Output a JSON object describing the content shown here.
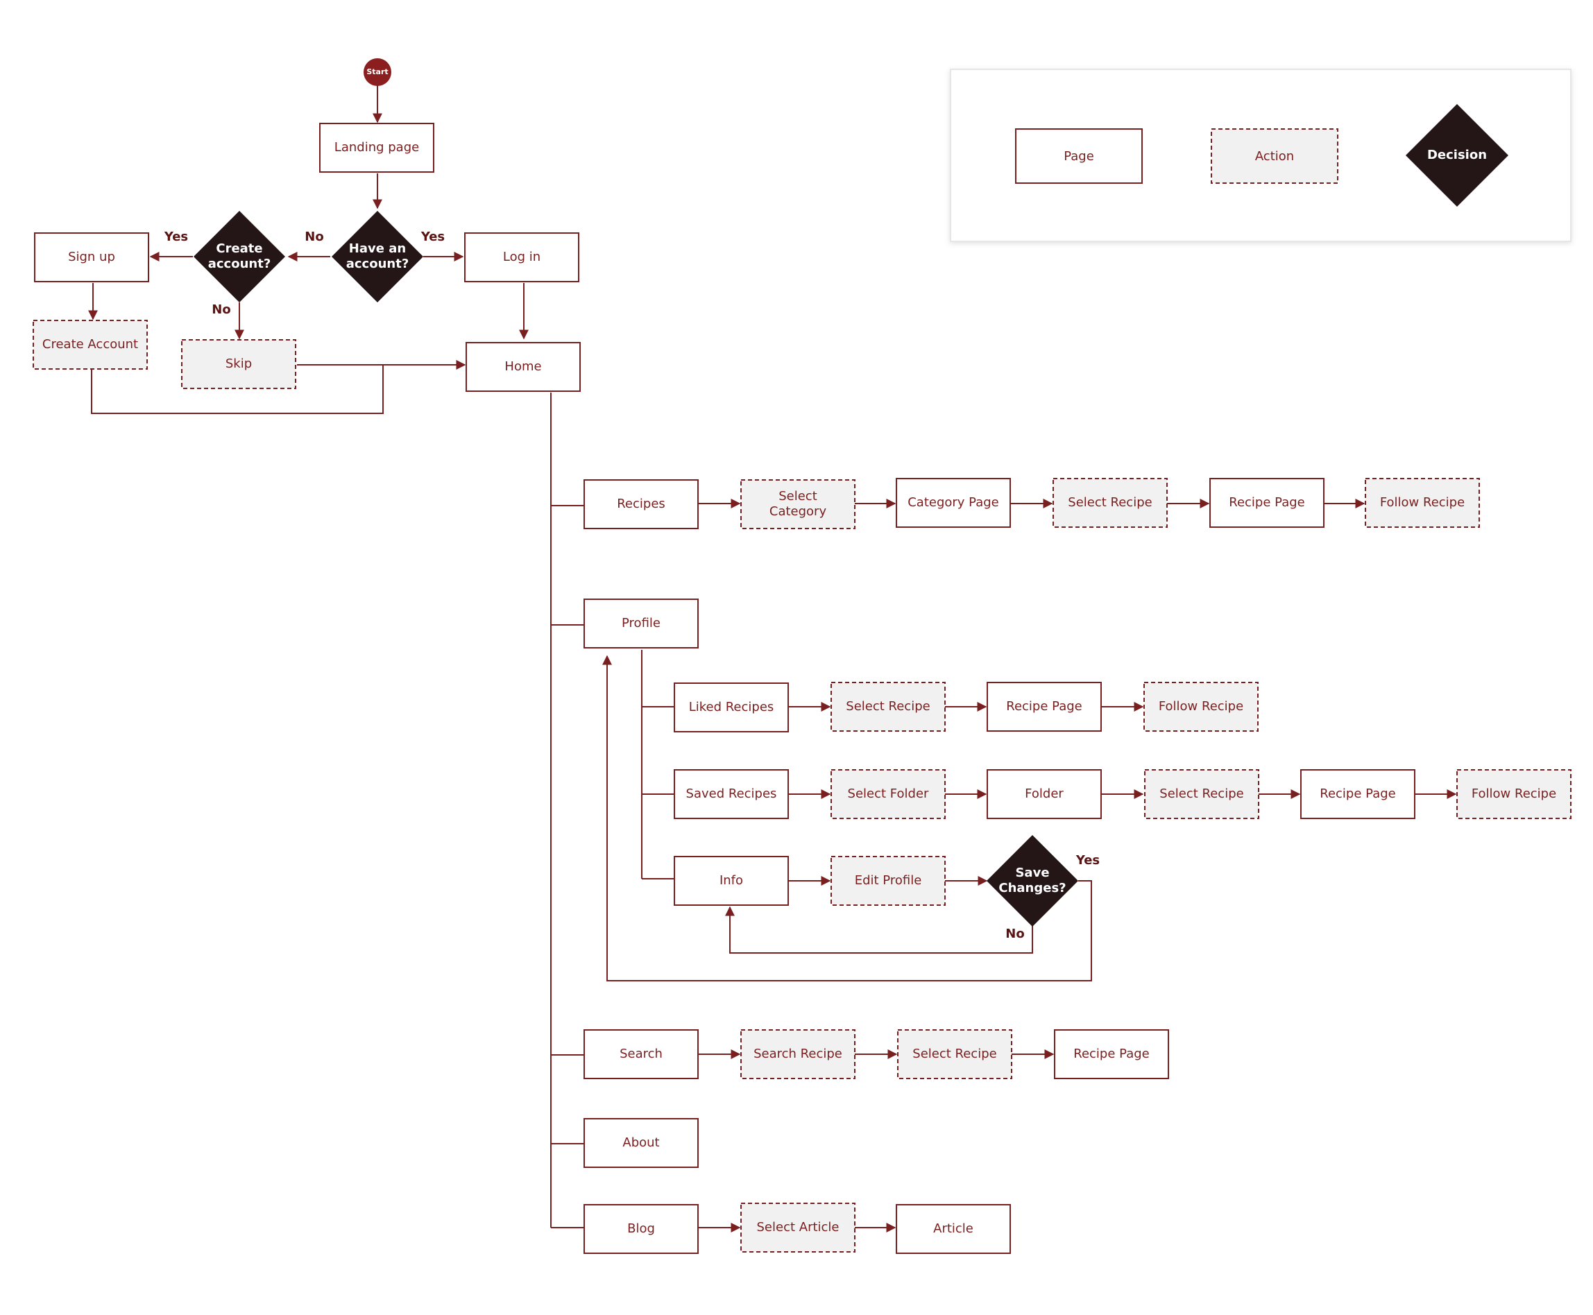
{
  "colors": {
    "stroke": "#7a1f1f",
    "text": "#7a1f1f",
    "decision_fill": "#241516",
    "action_fill": "#f1f1f1",
    "start_fill": "#8b1e1e",
    "edge_label": "#5a1414"
  },
  "legend": {
    "page": "Page",
    "action": "Action",
    "decision": "Decision"
  },
  "nodes": {
    "start": "Start",
    "landing": "Landing page",
    "have_account": "Have an account?",
    "create_q": "Create account?",
    "sign_up": "Sign up",
    "create_account": "Create Account",
    "skip": "Skip",
    "log_in": "Log in",
    "home": "Home",
    "recipes": "Recipes",
    "r_select_category": "Select Category",
    "r_category_page": "Category Page",
    "r_select_recipe": "Select Recipe",
    "r_recipe_page": "Recipe Page",
    "r_follow": "Follow Recipe",
    "profile": "Profile",
    "liked": "Liked Recipes",
    "l_select_recipe": "Select Recipe",
    "l_recipe_page": "Recipe Page",
    "l_follow": "Follow Recipe",
    "saved": "Saved Recipes",
    "s_select_folder": "Select Folder",
    "s_folder": "Folder",
    "s_select_recipe": "Select Recipe",
    "s_recipe_page": "Recipe Page",
    "s_follow": "Follow Recipe",
    "info": "Info",
    "i_edit": "Edit Profile",
    "i_save": "Save Changes?",
    "search": "Search",
    "se_search_recipe": "Search Recipe",
    "se_select_recipe": "Select Recipe",
    "se_recipe_page": "Recipe Page",
    "about": "About",
    "blog": "Blog",
    "b_select_article": "Select Article",
    "b_article": "Article"
  },
  "edge_labels": {
    "yes": "Yes",
    "no": "No"
  }
}
